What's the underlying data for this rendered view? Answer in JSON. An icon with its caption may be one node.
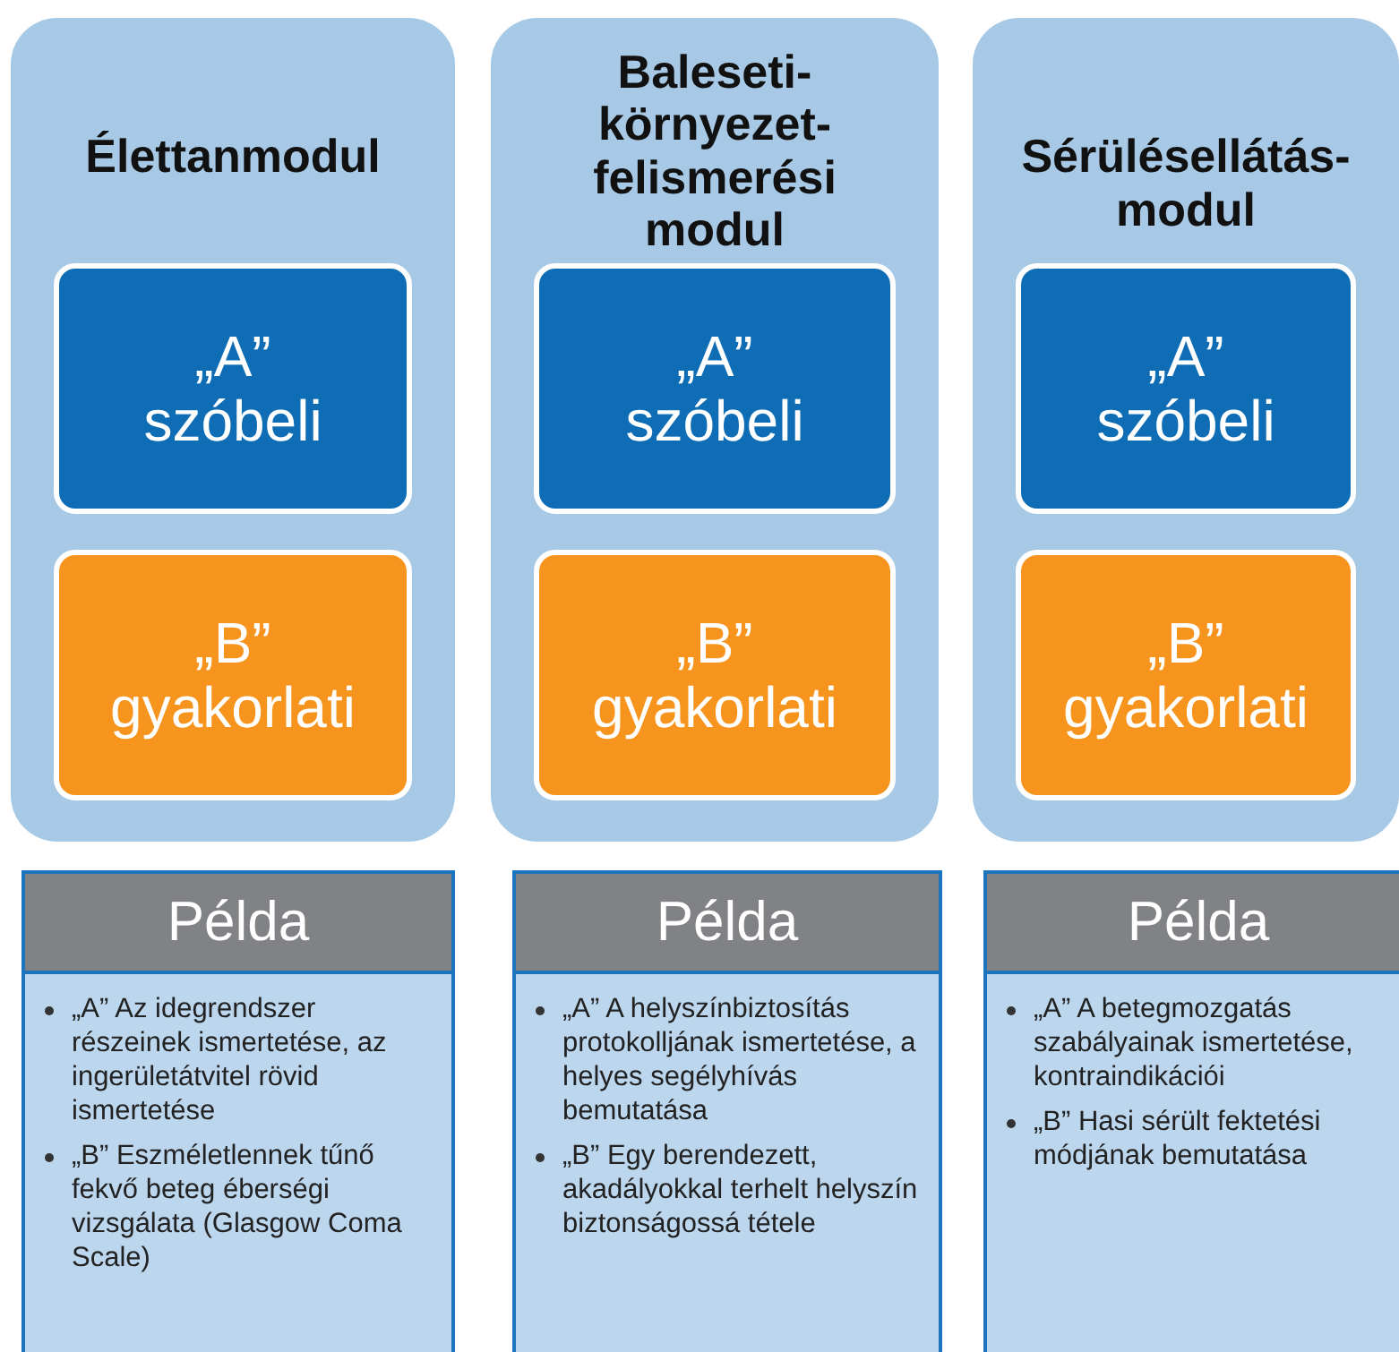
{
  "diagram": {
    "nodes": [
      {
        "text": [
          "Élettanmodul"
        ]
      },
      {
        "text": [
          "„A” szóbeli"
        ],
        "in": 0
      },
      {
        "text": [
          "„B” gyakorlati"
        ],
        "in": 0
      },
      {
        "text": [
          "Baleseti-környezet-felismerési modul"
        ]
      },
      {
        "text": [
          "„A” szóbeli"
        ],
        "in": 3
      },
      {
        "text": [
          "„B” gyakorlati"
        ],
        "in": 3
      },
      {
        "text": [
          "Sérülésellátás-modul"
        ]
      },
      {
        "text": [
          "„A” szóbeli"
        ],
        "in": 6
      },
      {
        "text": [
          "„B” gyakorlati"
        ],
        "in": 6
      },
      {
        "text": [
          "Példa",
          "„A” Az idegrendszer részeinek ismertetése, az ingerületátvitel rövid ismertetése",
          "„B” Eszméletlennek tűnő fekvő beteg éberségi vizsgálata (Glasgow Coma Scale)"
        ]
      },
      {
        "text": [
          "Példa",
          "„A” A helyszínbiztosítás protokolljának ismertetése, a helyes segélyhívás bemutatása",
          "„B” Egy berendezett, akadályokkal terhelt helyszín biztonságossá tétele"
        ]
      },
      {
        "text": [
          "Példa",
          "„A” A betegmozgatás szabályainak ismertetése, kontraindikációi",
          "„B” Hasi sérült fektetési módjának bemutatása"
        ]
      }
    ]
  }
}
